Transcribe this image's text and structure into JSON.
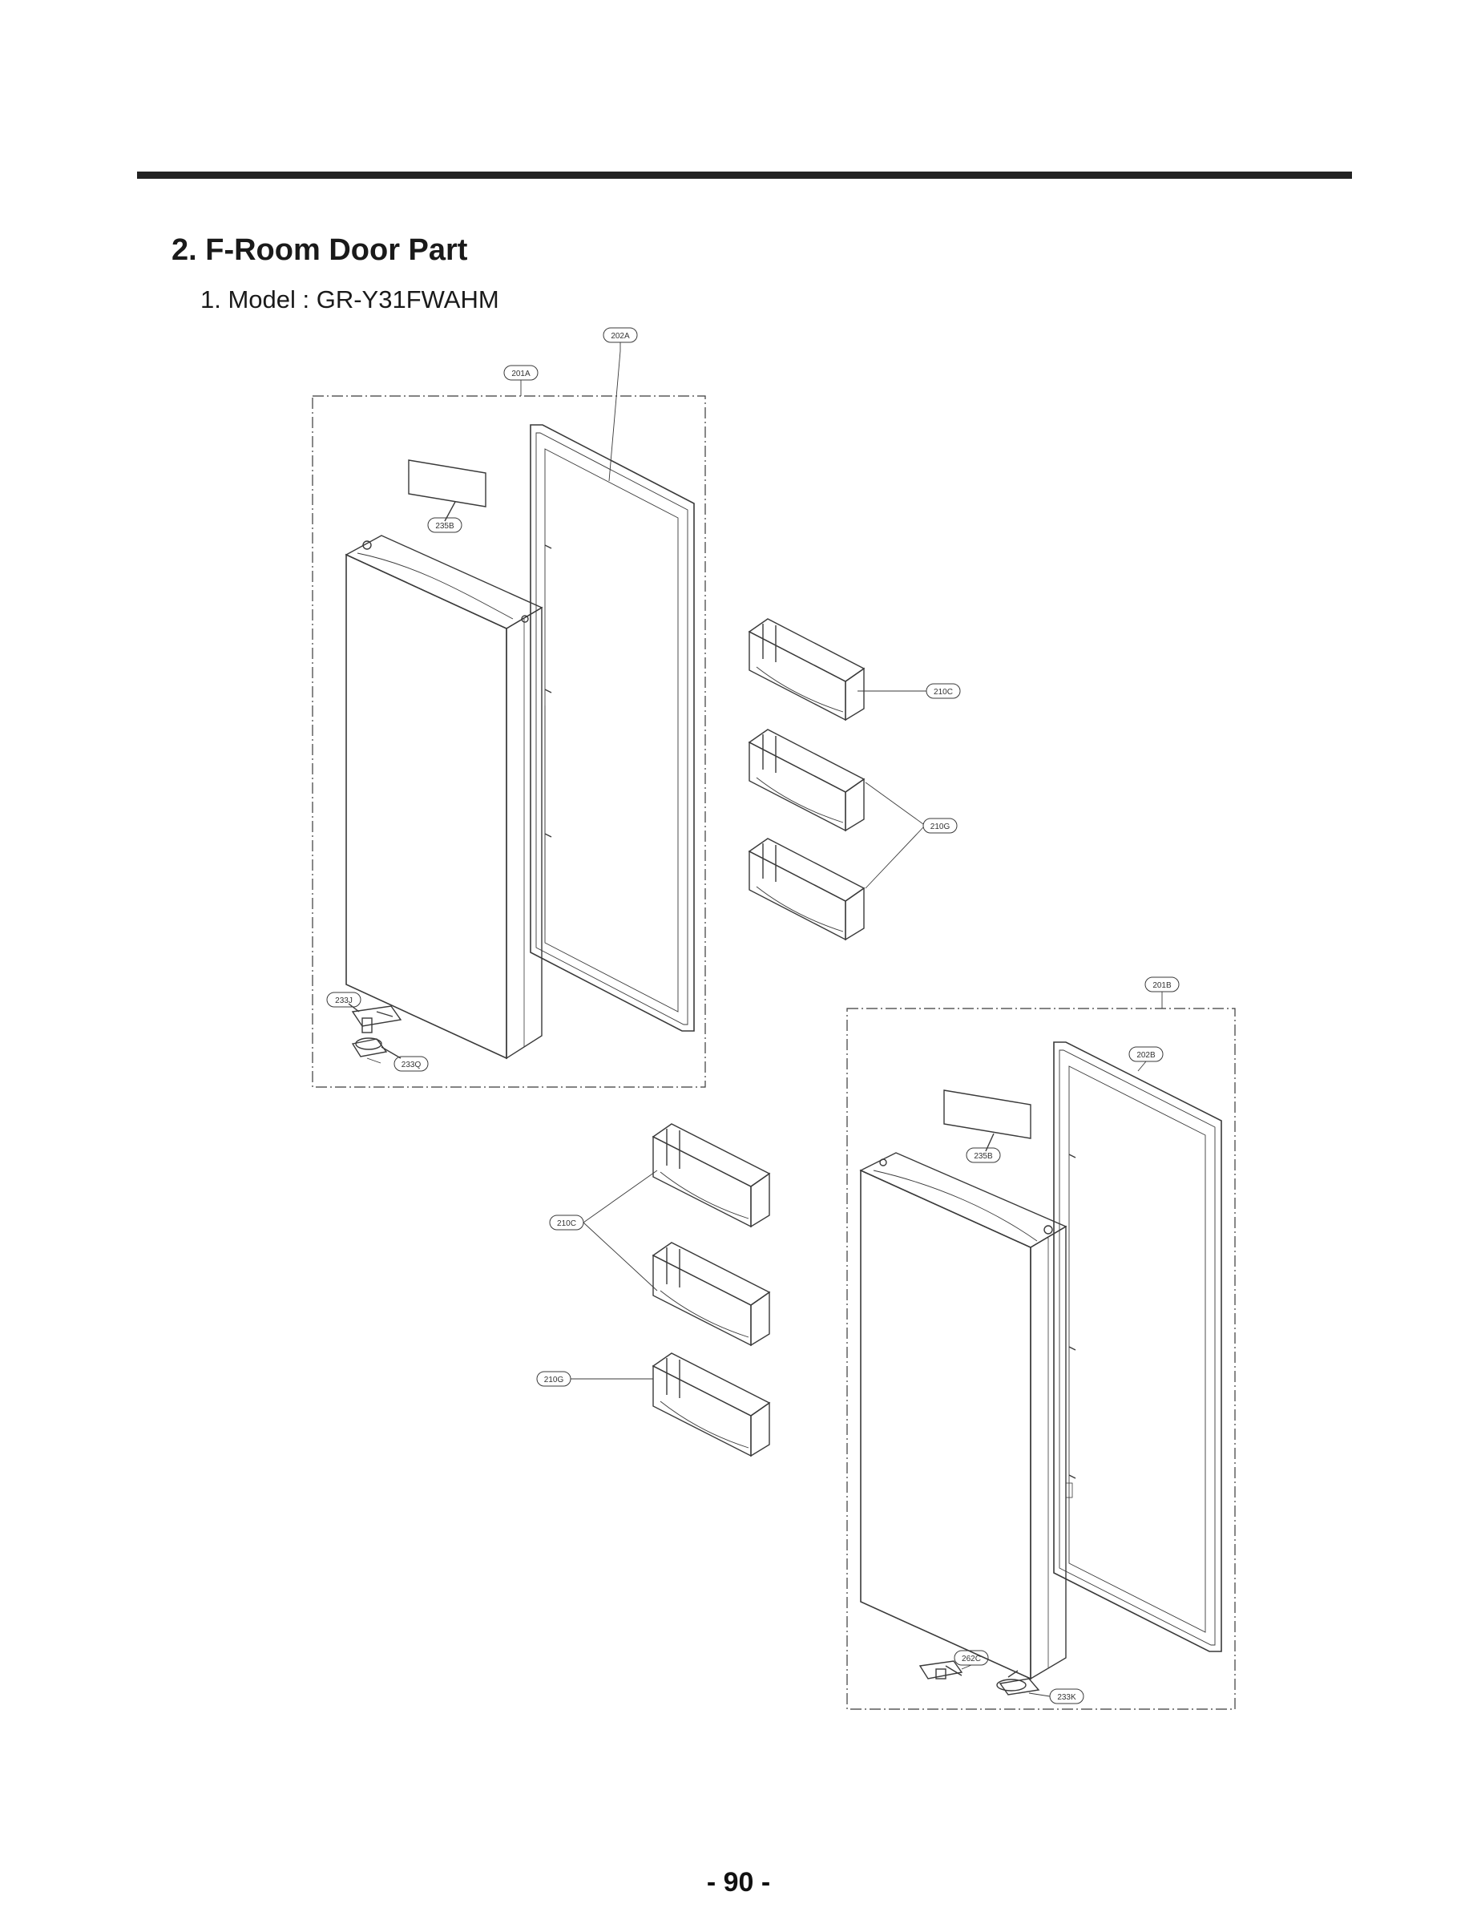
{
  "header": {
    "section_title": "2. F-Room Door Part",
    "model_line": "1. Model : GR-Y31FWAHM"
  },
  "diagram": {
    "line_color": "#3a3a3a",
    "callouts": {
      "c201A": "201A",
      "c202A": "202A",
      "c235B_upper": "235B",
      "c210C_right": "210C",
      "c210G_right": "210G",
      "c233J": "233J",
      "c233Q": "233Q",
      "c201B": "201B",
      "c202B": "202B",
      "c235B_lower": "235B",
      "c210C_left": "210C",
      "c210G_left": "210G",
      "c262C": "262C",
      "c233K": "233K"
    }
  },
  "footer": {
    "page_number": "- 90 -"
  }
}
